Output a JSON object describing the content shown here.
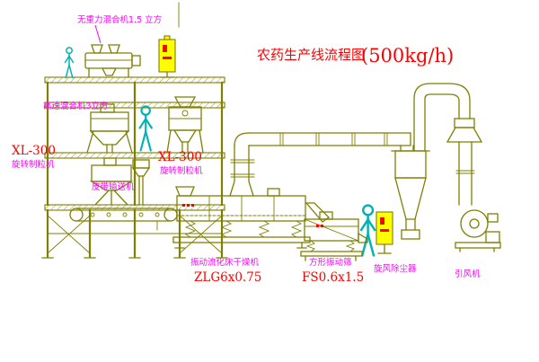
{
  "title": {
    "name": "农药生产线流程图",
    "capacity": "(500kg/h)"
  },
  "labels": {
    "gravity_mixer": "无重力混合机1.5 立方",
    "high_speed_mixer": "高速混合机3立方",
    "granulator_left_model": "XL-300",
    "granulator_left_name": "旋转制粒机",
    "granulator_center_model": "XL-300",
    "granulator_center_name": "旋转制粒机",
    "belt_conveyor": "皮带输送机",
    "dryer_name": "振动流化床干燥机",
    "dryer_model": "ZLG6x0.75",
    "sieve_name": "方形振动筛",
    "sieve_model": "FS0.6x1.5",
    "dust_collector": "旋风除尘器",
    "fan": "引风机"
  },
  "colors": {
    "drawing_line": "#7f7f00",
    "worker_figure": "#00b2b2",
    "label_magenta": "#ff00ff",
    "label_red": "#ff0000",
    "panel_yellow": "#ffff00",
    "background": "#ffffff"
  }
}
